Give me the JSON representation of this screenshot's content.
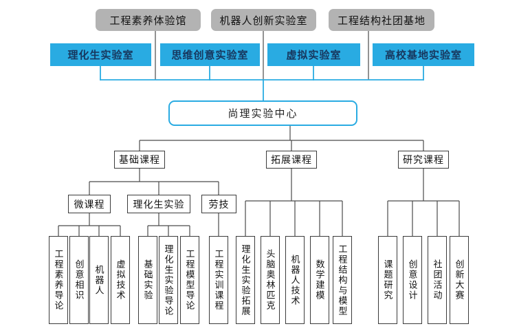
{
  "diagram": {
    "colors": {
      "accent_blue": "#29abe2",
      "venue_grey": "#b3b3b3",
      "lab_text_navy": "#17375e",
      "line_grey": "#4a4a4a"
    },
    "venues": [
      {
        "label": "工程素养体验馆"
      },
      {
        "label": "机器人创新实验室"
      },
      {
        "label": "工程结构社团基地"
      }
    ],
    "labs": [
      {
        "label": "理化生实验室"
      },
      {
        "label": "思维创意实验室"
      },
      {
        "label": "虚拟实验室"
      },
      {
        "label": "高校基地实验室"
      }
    ],
    "center": {
      "label": "尚理实验中心"
    },
    "courses": [
      {
        "label": "基础课程",
        "subgroups": [
          {
            "label": "微课程",
            "children": [
              "工程素养导论",
              "创意相识",
              "机器人",
              "虚拟技术"
            ]
          },
          {
            "label": "理化生实验",
            "children": [
              "基础实验",
              "理化生实验导论",
              "工程模型导论"
            ]
          },
          {
            "label": "劳技",
            "children": [
              "工程实训课程"
            ]
          }
        ]
      },
      {
        "label": "拓展课程",
        "children": [
          "理化生实验拓展",
          "头脑奥林匹克",
          "机器人技术",
          "数学建模",
          "工程结构与模型"
        ]
      },
      {
        "label": "研究课程",
        "children": [
          "课题研究",
          "创意设计",
          "社团活动",
          "创新大赛"
        ]
      }
    ]
  }
}
